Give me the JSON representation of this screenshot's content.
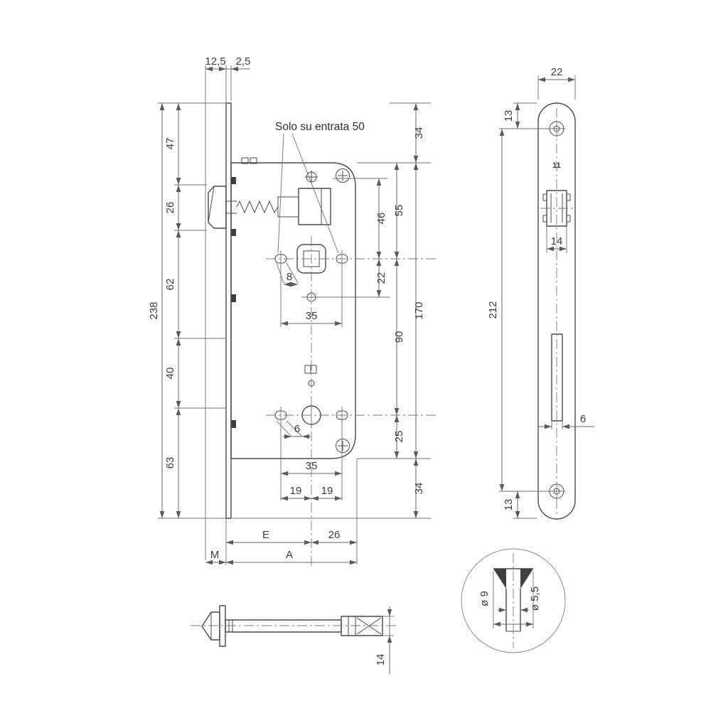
{
  "drawing": {
    "callout_entrata": "Solo su entrata 50",
    "main_view": {
      "top_dims": {
        "offset": "12,5",
        "plate_thickness": "2,5"
      },
      "left_dims": {
        "total_height": "238",
        "s1": "47",
        "s2": "26",
        "s3": "62",
        "s4": "40",
        "s5": "63"
      },
      "right_dims": {
        "top_overhang": "34",
        "follower_to_top": "55",
        "d46": "46",
        "d22": "22",
        "case_height": "170",
        "follower_to_cylinder": "90",
        "d25": "25",
        "bottom_overhang": "34"
      },
      "inner_dims": {
        "d8": "8",
        "top_35": "35",
        "d6": "6",
        "bottom_35": "35",
        "d19_left": "19",
        "d19_right": "19",
        "d26": "26",
        "backset": "E",
        "total_depth": "A",
        "front_offset": "M"
      }
    },
    "faceplate_view": {
      "width": "22",
      "hole_offset_top": "13",
      "size_mark": "11",
      "latch_width": "14",
      "hole_centers": "212",
      "slot_width": "6",
      "hole_offset_bottom": "13"
    },
    "latch_view": {
      "height": "14"
    },
    "detail_view": {
      "outer_dia": "ø 9",
      "inner_dia": "ø 5,5"
    }
  }
}
